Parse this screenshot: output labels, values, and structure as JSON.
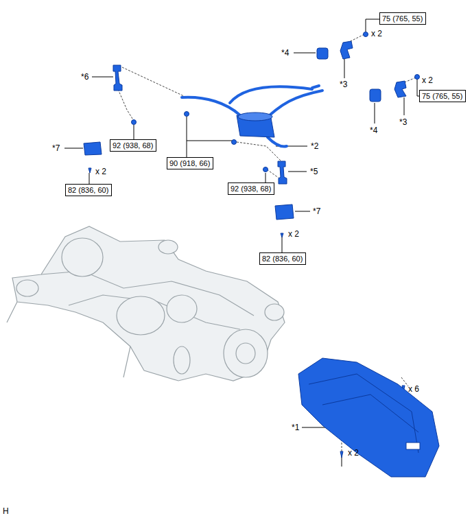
{
  "diagram": {
    "nodes": [
      {
        "text": [
          "75 (765, 55)"
        ]
      },
      {
        "text": [
          "75 (765, 55)"
        ]
      },
      {
        "text": [
          "92 (938, 68)"
        ]
      },
      {
        "text": [
          "90 (918, 66)"
        ]
      },
      {
        "text": [
          "92 (938, 68)"
        ]
      },
      {
        "text": [
          "82 (836, 60)"
        ]
      },
      {
        "text": [
          "82 (836, 60)"
        ]
      }
    ],
    "labels": [
      "x 2",
      "*4",
      "*6",
      "*3",
      "x 2",
      "*4",
      "*3",
      "*2",
      "*7",
      "x 2",
      "*5",
      "*7",
      "x 2",
      "x 6",
      "*1",
      "x 2",
      "H"
    ]
  }
}
